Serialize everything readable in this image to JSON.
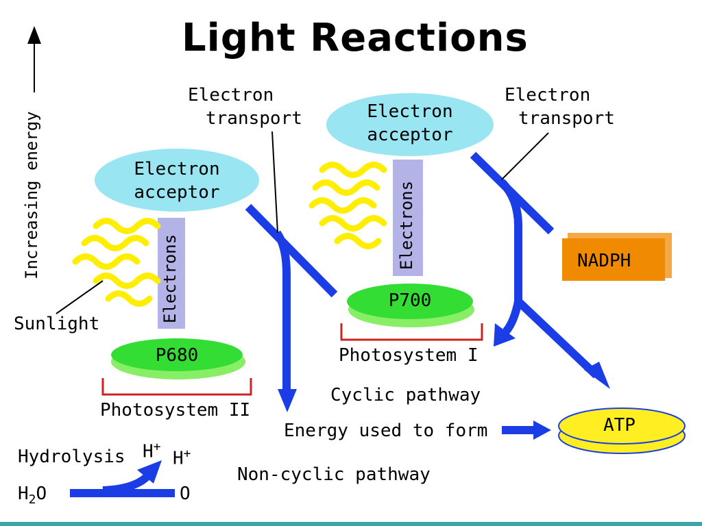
{
  "title": "Light Reactions",
  "axis_label": "Increasing energy",
  "ps2": {
    "acceptor_line1": "Electron",
    "acceptor_line2": "acceptor",
    "electrons": "Electrons",
    "reaction_center": "P680",
    "photosystem": "Photosystem II"
  },
  "ps1": {
    "acceptor_line1": "Electron",
    "acceptor_line2": "acceptor",
    "electrons": "Electrons",
    "reaction_center": "P700",
    "photosystem": "Photosystem I"
  },
  "labels": {
    "sunlight": "Sunlight",
    "electron_transport_1_line1": "Electron",
    "electron_transport_1_line2": "transport",
    "electron_transport_2_line1": "Electron",
    "electron_transport_2_line2": "transport",
    "nadph": "NADPH",
    "atp": "ATP",
    "cyclic": "Cyclic pathway",
    "energy_used": "Energy used to form",
    "non_cyclic": "Non-cyclic pathway",
    "hydrolysis": "Hydrolysis",
    "h_plus_1": "H",
    "h_plus_2": "H",
    "plus": "+",
    "water_h": "H",
    "water_sub": "2",
    "water_o": "O",
    "oxygen": "O"
  },
  "colors": {
    "acceptor": "#99e5f2",
    "electrons_bar": "#b3b3e8",
    "reaction_center": "#33dd33",
    "reaction_center_light": "#88ee66",
    "arrow": "#1a3de6",
    "sunlight": "#ffee00",
    "nadph": "#f08a00",
    "atp": "#ffee22",
    "bracket": "#cc2222"
  }
}
